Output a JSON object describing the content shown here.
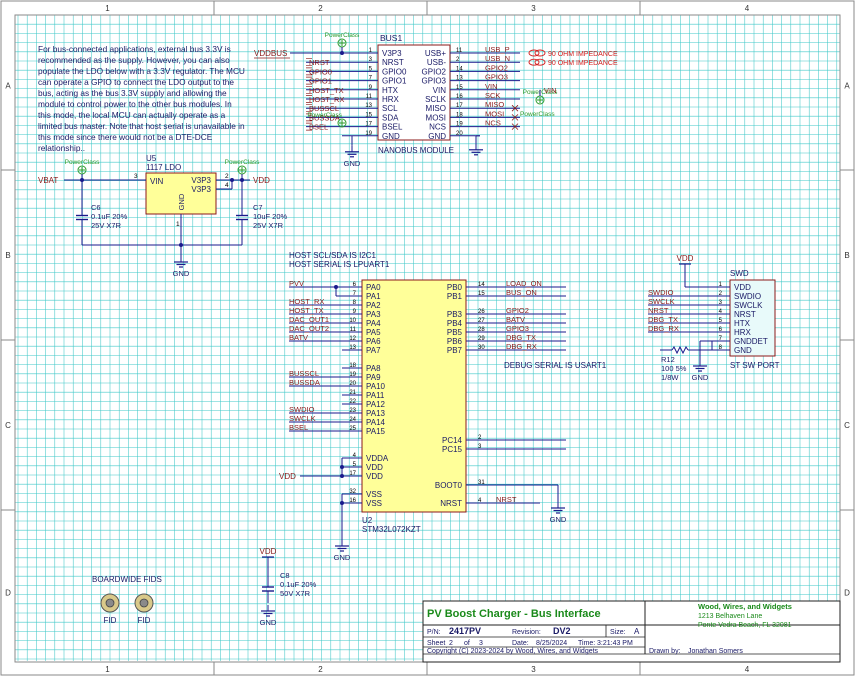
{
  "frame": {
    "columns": [
      "1",
      "2",
      "3",
      "4"
    ],
    "rows": [
      "A",
      "B",
      "C",
      "D"
    ]
  },
  "colors": {
    "grid": "#40c8c8",
    "frame": "#8a8a8a",
    "wire": "#1a1a8c",
    "net_label": "#8b1a1a",
    "component_text": "#1a1a66",
    "component_fill": "#ffff99",
    "component_border": "#8b1a1a",
    "pin_number": "#000000",
    "power_symbol": "#8b1a1a",
    "powerclass": "#2a9a2a",
    "impedance": "#d42020",
    "title_accent": "#1a8a1a"
  },
  "note_text": "For bus-connected applications, external bus 3.3V is recommended as the supply. However, you can also populate the LDO below with a 3.3V regulator. The MCU can operate a GPIO to connect the LDO output to the bus, acting as the bus 3.3V supply and allowing the module to control power to the other bus modules. In this mode, the local MCU can actually operate as a limited bus master. Note that host serial is unavailable in this mode since there would not be a DTE-DCE relationship..",
  "bus1": {
    "ref": "BUS1",
    "value": "NANOBUS MODULE",
    "left_pins": [
      {
        "num": "1",
        "name": "V3P3",
        "net": "VDDBUS"
      },
      {
        "num": "3",
        "name": "NRST",
        "net": "NRST"
      },
      {
        "num": "5",
        "name": "GPIO0",
        "net": "GPIO0"
      },
      {
        "num": "7",
        "name": "GPIO1",
        "net": "GPIO1"
      },
      {
        "num": "9",
        "name": "HTX",
        "net": "HOST_TX"
      },
      {
        "num": "11",
        "name": "HRX",
        "net": "HOST_RX"
      },
      {
        "num": "13",
        "name": "SCL",
        "net": "BUSSCL"
      },
      {
        "num": "15",
        "name": "SDA",
        "net": "BUSSDA"
      },
      {
        "num": "17",
        "name": "BSEL",
        "net": "BSEL"
      },
      {
        "num": "19",
        "name": "GND",
        "net": ""
      }
    ],
    "right_pins": [
      {
        "num": "11",
        "name": "USB+",
        "net": "USB_P"
      },
      {
        "num": "2",
        "name": "USB-",
        "net": "USB_N"
      },
      {
        "num": "14",
        "name": "GPIO2",
        "net": "GPIO2"
      },
      {
        "num": "13",
        "name": "GPIO3",
        "net": "GPIO3"
      },
      {
        "num": "15",
        "name": "VIN",
        "net": "VIN"
      },
      {
        "num": "16",
        "name": "SCLK",
        "net": "SCK"
      },
      {
        "num": "17",
        "name": "MISO",
        "net": "MISO"
      },
      {
        "num": "18",
        "name": "MOSI",
        "net": "MOSI"
      },
      {
        "num": "19",
        "name": "NCS",
        "net": "NCS"
      },
      {
        "num": "20",
        "name": "GND",
        "net": ""
      }
    ],
    "impedance_note": "90 OHM IMPEDANCE"
  },
  "powerclass": "PowerClass",
  "gnd": "GND",
  "u5": {
    "ref": "U5",
    "value": "1117 LDO",
    "pin_vin": "VIN",
    "pin_vin_num": "3",
    "pin_gnd": "GND",
    "pin_gnd_num": "1",
    "pin_out1": "V3P3",
    "pin_out1_num": "2",
    "pin_out2": "V3P3",
    "pin_out2_num": "4",
    "net_in": "VBAT",
    "net_out": "VDD"
  },
  "c6": {
    "ref": "C6",
    "val1": "0.1uF  20%",
    "val2": "25V  X7R"
  },
  "c7": {
    "ref": "C7",
    "val1": "10uF  20%",
    "val2": "25V  X7R"
  },
  "c8": {
    "ref": "C8",
    "val1": "0.1uF 20%",
    "val2": "50V  X7R",
    "net": "VDD"
  },
  "u2": {
    "ref": "U2",
    "value": "STM32L072KZT",
    "note1": "HOST SCL/SDA IS I2C1",
    "note2": "HOST SERIAL IS LPUART1",
    "debug_note": "DEBUG SERIAL IS USART1",
    "left_pins": [
      {
        "num": "6",
        "name": "PA0",
        "net": "PVV"
      },
      {
        "num": "7",
        "name": "PA1",
        "net": ""
      },
      {
        "num": "8",
        "name": "PA2",
        "net": "HOST_RX"
      },
      {
        "num": "9",
        "name": "PA3",
        "net": "HOST_TX"
      },
      {
        "num": "10",
        "name": "PA4",
        "net": "DAC_OUT1"
      },
      {
        "num": "11",
        "name": "PA5",
        "net": "DAC_OUT2"
      },
      {
        "num": "12",
        "name": "PA6",
        "net": "BATV"
      },
      {
        "num": "13",
        "name": "PA7",
        "net": ""
      },
      {
        "num": "18",
        "name": "PA8",
        "net": ""
      },
      {
        "num": "19",
        "name": "PA9",
        "net": "BUSSCL"
      },
      {
        "num": "20",
        "name": "PA10",
        "net": "BUSSDA"
      },
      {
        "num": "21",
        "name": "PA11",
        "net": ""
      },
      {
        "num": "22",
        "name": "PA12",
        "net": ""
      },
      {
        "num": "23",
        "name": "PA13",
        "net": "SWDIO"
      },
      {
        "num": "24",
        "name": "PA14",
        "net": "SWCLK"
      },
      {
        "num": "25",
        "name": "PA15",
        "net": "BSEL"
      }
    ],
    "right_pins": [
      {
        "num": "14",
        "name": "PB0",
        "net": "LOAD_ON"
      },
      {
        "num": "15",
        "name": "PB1",
        "net": "BUS_ON"
      },
      {
        "num": "26",
        "name": "PB3",
        "net": "GPIO2"
      },
      {
        "num": "27",
        "name": "PB4",
        "net": "BATV"
      },
      {
        "num": "28",
        "name": "PB5",
        "net": "GPIO3"
      },
      {
        "num": "29",
        "name": "PB6",
        "net": "DBG_TX"
      },
      {
        "num": "30",
        "name": "PB7",
        "net": "DBG_RX"
      }
    ],
    "pc14": {
      "num": "2",
      "name": "PC14"
    },
    "pc15": {
      "num": "3",
      "name": "PC15"
    },
    "power_pins": [
      {
        "num": "4",
        "name": "VDDA"
      },
      {
        "num": "5",
        "name": "VDD"
      },
      {
        "num": "17",
        "name": "VDD"
      },
      {
        "num": "32",
        "name": "VSS"
      },
      {
        "num": "16",
        "name": "VSS"
      }
    ],
    "boot0": {
      "num": "31",
      "name": "BOOT0"
    },
    "nrst": {
      "num": "4",
      "name": "NRST",
      "net": "NRST"
    },
    "vdd_net": "VDD"
  },
  "swd": {
    "ref": "SWD",
    "value": "ST SW PORT",
    "pins": [
      {
        "num": "1",
        "name": "VDD",
        "net": ""
      },
      {
        "num": "2",
        "name": "SWDIO",
        "net": "SWDIO"
      },
      {
        "num": "3",
        "name": "SWCLK",
        "net": "SWCLK"
      },
      {
        "num": "4",
        "name": "NRST",
        "net": "NRST"
      },
      {
        "num": "5",
        "name": "HTX",
        "net": "DBG_TX"
      },
      {
        "num": "6",
        "name": "HRX",
        "net": "DBG_RX"
      },
      {
        "num": "7",
        "name": "GNDDET",
        "net": ""
      },
      {
        "num": "8",
        "name": "GND",
        "net": ""
      }
    ],
    "vdd_net": "VDD"
  },
  "r12": {
    "ref": "R12",
    "val1": "100  5%",
    "val2": "1/8W"
  },
  "fids": {
    "title": "BOARDWIDE FIDS",
    "label1": "FID",
    "label2": "FID"
  },
  "title_block": {
    "title": "PV Boost Charger - Bus Interface",
    "company": "Wood, Wires, and Widgets",
    "address1": "1213 Belhaven Lane",
    "address2": "Ponte Vedra Beach, FL 32081",
    "pn_label": "P/N:",
    "pn": "2417PV",
    "rev_label": "Revision:",
    "rev": "DV2",
    "size_label": "Size:",
    "size": "A",
    "sheet_label": "Sheet",
    "sheet": "2",
    "of_label": "of",
    "sheets": "3",
    "date_label": "Date:",
    "date": "8/25/2024",
    "time_label": "Time:",
    "time": "3:21:43 PM",
    "copyright": "Copyright (C) 2023-2024 by Wood, Wires, and Widgets",
    "drawn_label": "Drawn by:",
    "drawn_by": "Jonathan Somers"
  }
}
